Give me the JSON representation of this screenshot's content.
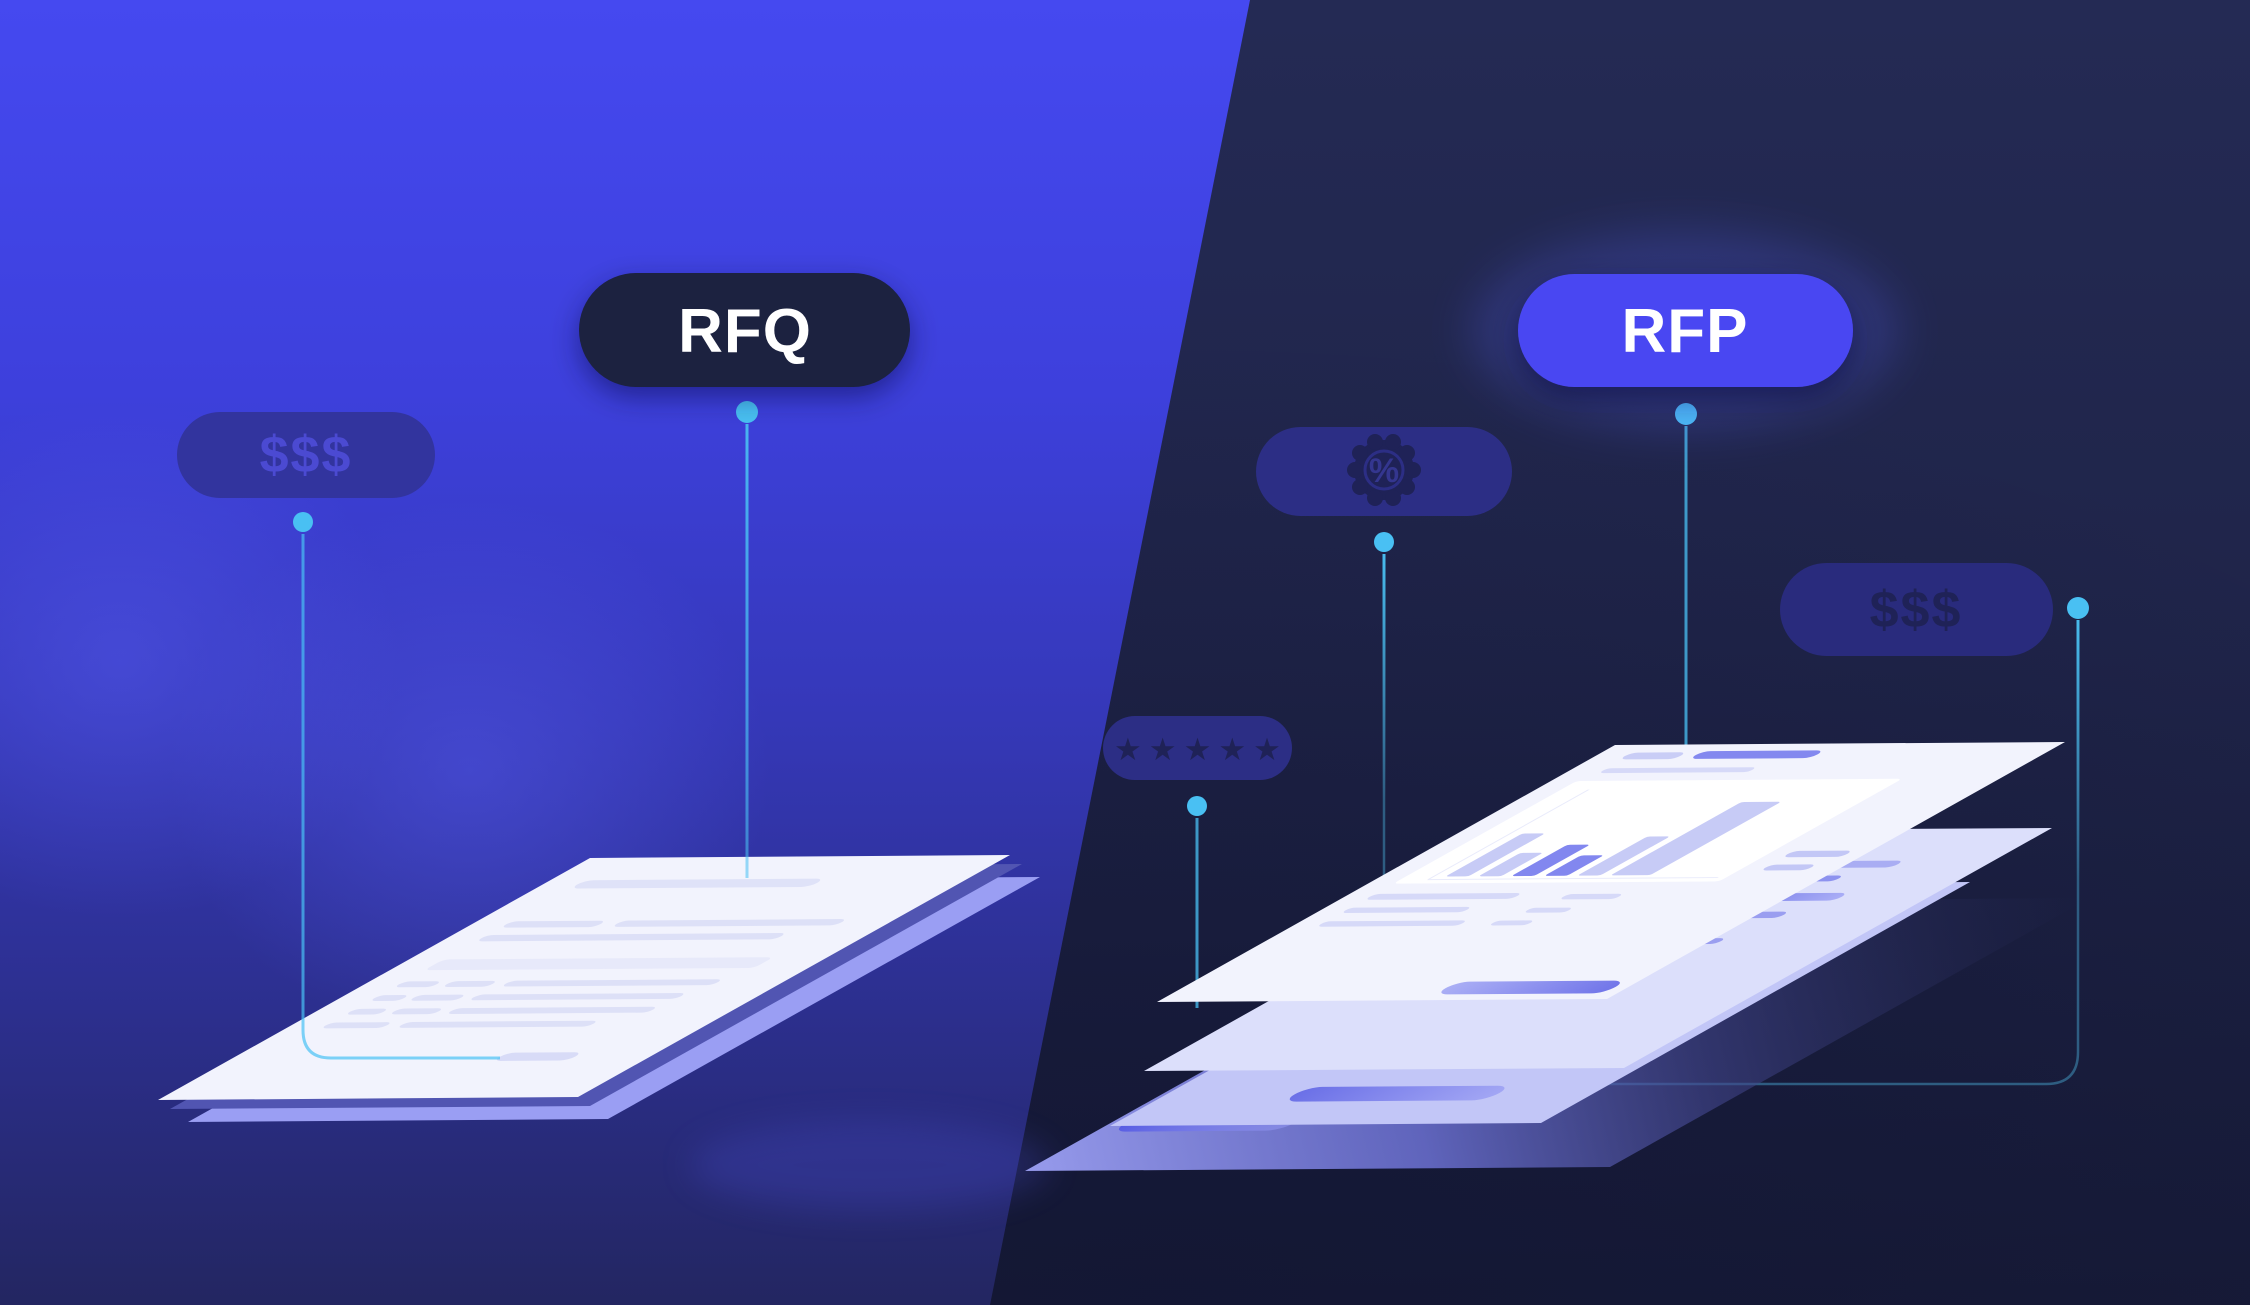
{
  "left_panel": {
    "badge_label": "RFQ",
    "price_tag_label": "$$$",
    "document_type": "single quote sheet"
  },
  "right_panel": {
    "badge_label": "RFP",
    "price_tag_label": "$$$",
    "rating_stars": "★★★★★",
    "percent_symbol": "%",
    "document_type": "stacked proposal sheets",
    "sheet_count": 4
  },
  "colors": {
    "accent_cyan": "#49c0f3",
    "line_teal": "#33698e",
    "rfq_pill": "#1b2041",
    "rfq_text": "#ffffff",
    "rfp_pill": "#4a47f2",
    "rfp_text": "#ffffff",
    "left_dollar_pill": "#32349e",
    "left_dollar_text": "#4b4ad2",
    "indigo_pill": "#2c2e85",
    "indigo_pill_deep": "#292b7d",
    "dark_glyph": "#1f2257",
    "sheet_white": "#f2f3fd",
    "sheet_lavender": "#dcdffb",
    "sheet_periwinkle": "#c2c6f7"
  },
  "chart_data": {
    "type": "bar",
    "title": "",
    "categories": [
      "",
      "",
      "",
      "",
      "",
      ""
    ],
    "series": [
      {
        "name": "mini-bars",
        "values": [
          88,
          48,
          64,
          42,
          80,
          150
        ]
      }
    ],
    "bar_colors": [
      "light",
      "light",
      "bright",
      "bright",
      "light",
      "light"
    ],
    "palette": {
      "light": "#c7cbf6",
      "bright": "#8287ef"
    },
    "axes_labeled": false,
    "grid": false
  }
}
